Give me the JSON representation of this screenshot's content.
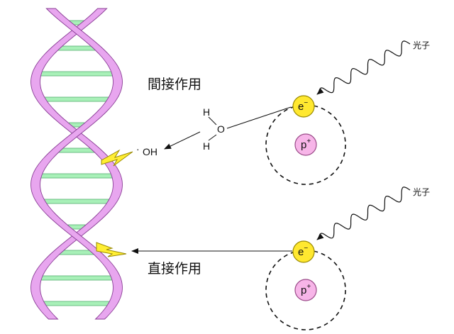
{
  "labels": {
    "indirect": "間接作用",
    "direct": "直接作用",
    "photon_top": "光子",
    "photon_bottom": "光子"
  },
  "water": {
    "h1": "H",
    "o": "O",
    "h2": "H"
  },
  "radical": {
    "dot": "·",
    "text": "OH"
  },
  "electron": {
    "symbol": "e",
    "charge": "−"
  },
  "proton": {
    "symbol": "p",
    "charge": "+"
  },
  "colors": {
    "helix_fill": "#e8a6ef",
    "helix_stroke": "#8a3f96",
    "rung_fill": "#a8f0b8",
    "rung_stroke": "#55b070",
    "electron_fill": "#ffe830",
    "electron_stroke": "#9a8a00",
    "proton_fill": "#f7b5e8",
    "proton_stroke": "#9a4a88",
    "lightning_fill": "#ffee33",
    "lightning_stroke": "#9a8a00"
  }
}
